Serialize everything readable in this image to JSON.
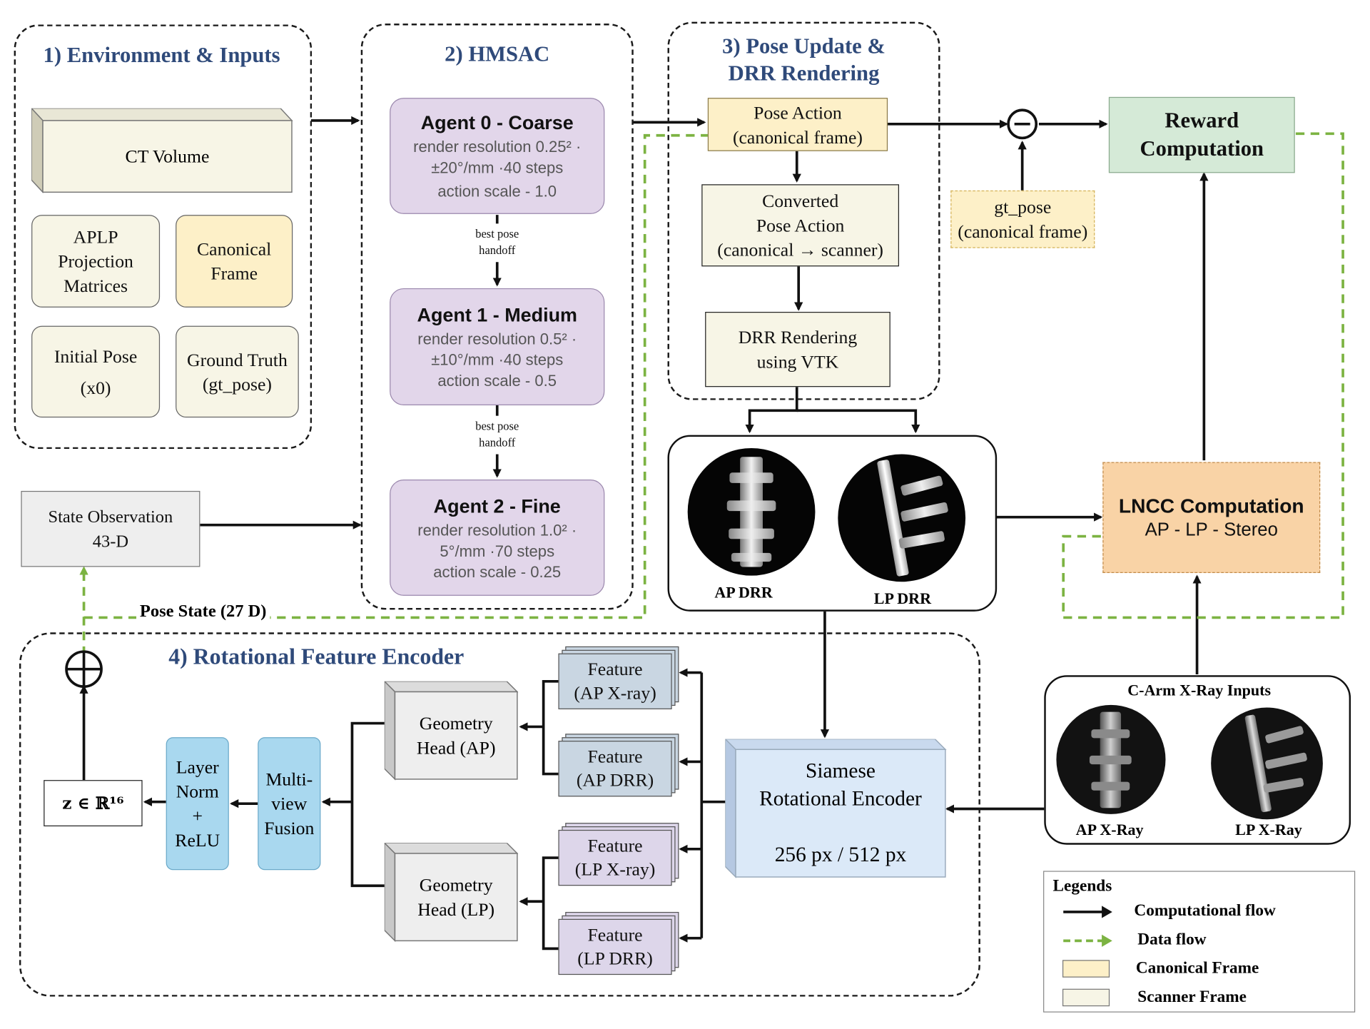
{
  "sections": {
    "env": "1) Environment &  Inputs",
    "hmsac": "2) HMSAC",
    "pose_l1": "3) Pose Update &",
    "pose_l2": "DRR Rendering",
    "encoder": "4) Rotational Feature Encoder"
  },
  "env": {
    "ct": "CT Volume",
    "aplp": [
      "APLP",
      "Projection",
      "Matrices"
    ],
    "canonical": [
      "Canonical",
      "Frame"
    ],
    "initial": [
      "Initial Pose",
      "(x0)"
    ],
    "ground": [
      "Ground Truth",
      "(gt_pose)"
    ]
  },
  "agents": [
    {
      "title": "Agent 0 - Coarse",
      "l1": "render resolution 0.25² ·",
      "l2": "±20°/mm ·40 steps",
      "l3": "action scale - 1.0"
    },
    {
      "title": "Agent 1 - Medium",
      "l1": "render resolution 0.5² ·",
      "l2": "±10°/mm ·40 steps",
      "l3": "action scale - 0.5"
    },
    {
      "title": "Agent 2 - Fine",
      "l1": "render resolution 1.0² ·",
      "l2": "5°/mm ·70 steps",
      "l3": "action scale - 0.25"
    }
  ],
  "handoff": [
    "best pose",
    "handoff"
  ],
  "state_obs": [
    "State Observation",
    "43-D"
  ],
  "pose_action": [
    "Pose Action",
    "(canonical frame)"
  ],
  "converted": [
    "Converted",
    "Pose Action",
    "(canonical → scanner)"
  ],
  "drr_render": [
    "DRR Rendering",
    "using VTK"
  ],
  "gt_pose": [
    "gt_pose",
    "(canonical frame)"
  ],
  "reward": [
    "Reward",
    "Computation"
  ],
  "lncc": {
    "title": "LNCC Computation",
    "sub": "AP - LP - Stereo"
  },
  "drr_labels": {
    "ap": "AP DRR",
    "lp": "LP DRR"
  },
  "carm": {
    "title": "C-Arm X-Ray Inputs",
    "ap": "AP X-Ray",
    "lp": "LP X-Ray"
  },
  "pose_state": "Pose State (27 D)",
  "siamese": {
    "l1": "Siamese",
    "l2": "Rotational Encoder",
    "l3": "256 px / 512 px"
  },
  "features": [
    [
      "Feature",
      "(AP X-ray)"
    ],
    [
      "Feature",
      "(AP DRR)"
    ],
    [
      "Feature",
      "(LP X-ray)"
    ],
    [
      "Feature",
      "(LP DRR)"
    ]
  ],
  "geom_ap": [
    "Geometry",
    "Head (AP)"
  ],
  "geom_lp": [
    "Geometry",
    "Head (LP)"
  ],
  "fusion": [
    "Multi-",
    "view",
    "Fusion"
  ],
  "layernorm": [
    "Layer",
    "Norm",
    "+",
    "ReLU"
  ],
  "z_label": "z ∈ ℝ¹⁶",
  "legend": {
    "title": "Legends",
    "computational": "Computational flow",
    "data": "Data flow",
    "canonical": "Canonical Frame",
    "scanner": "Scanner Frame"
  },
  "colors": {
    "title_blue": "#2f4a7a",
    "canonical": "#fdf0c8",
    "scanner": "#f7f5e6",
    "agent": "#e2d6ea",
    "reward": "#d5ead7",
    "lncc": "#f9d3a6",
    "state": "#eeeeee",
    "encoder": "#dbe9f8",
    "feature_blue": "#c9d6e2",
    "feature_purple": "#ddd6ea",
    "fusion": "#a9d8ef",
    "data_flow": "#7cb342"
  }
}
